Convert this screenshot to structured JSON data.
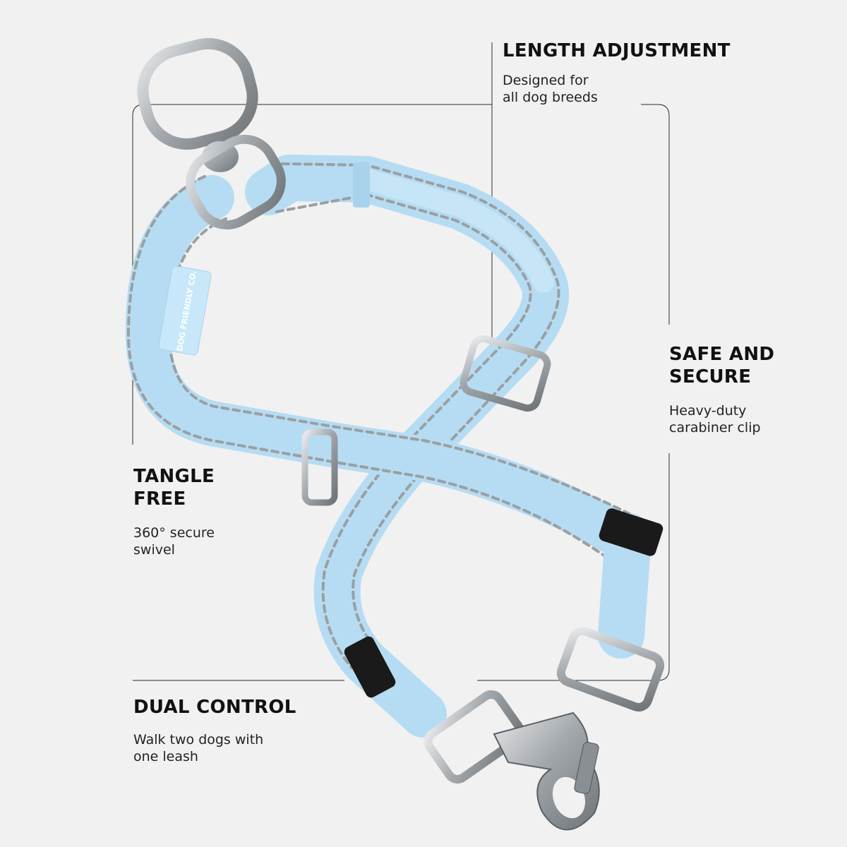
{
  "brand": {
    "tag_text": "DOG FRIENDLY CO."
  },
  "colors": {
    "background": "#f1f1f1",
    "strap": "#b5dcf2",
    "stitch": "#9a9fa2",
    "metal": "#a9adb0",
    "text": "#141414"
  },
  "features": {
    "length": {
      "title": "LENGTH ADJUSTMENT",
      "desc": "Designed for\nall dog breeds"
    },
    "safe": {
      "title": "SAFE AND\nSECURE",
      "desc": "Heavy-duty\ncarabiner clip"
    },
    "tangle": {
      "title": "TANGLE\nFREE",
      "desc": "360° secure\nswivel"
    },
    "dual": {
      "title": "DUAL CONTROL",
      "desc": "Walk two dogs with\none leash"
    }
  }
}
